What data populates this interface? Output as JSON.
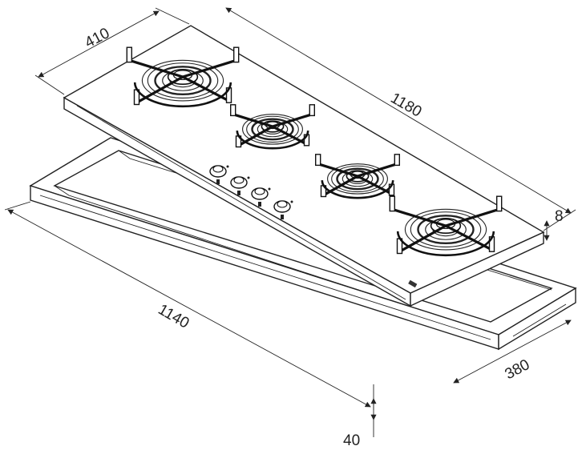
{
  "diagram": {
    "type": "technical-dimension-drawing",
    "dimensions": {
      "top_depth": "410",
      "top_length": "1180",
      "glass_thickness": "8",
      "cutout_length": "1140",
      "cutout_depth": "380",
      "frame_height": "40"
    },
    "burners": 4,
    "knobs": 4,
    "line_color": "#222222"
  }
}
